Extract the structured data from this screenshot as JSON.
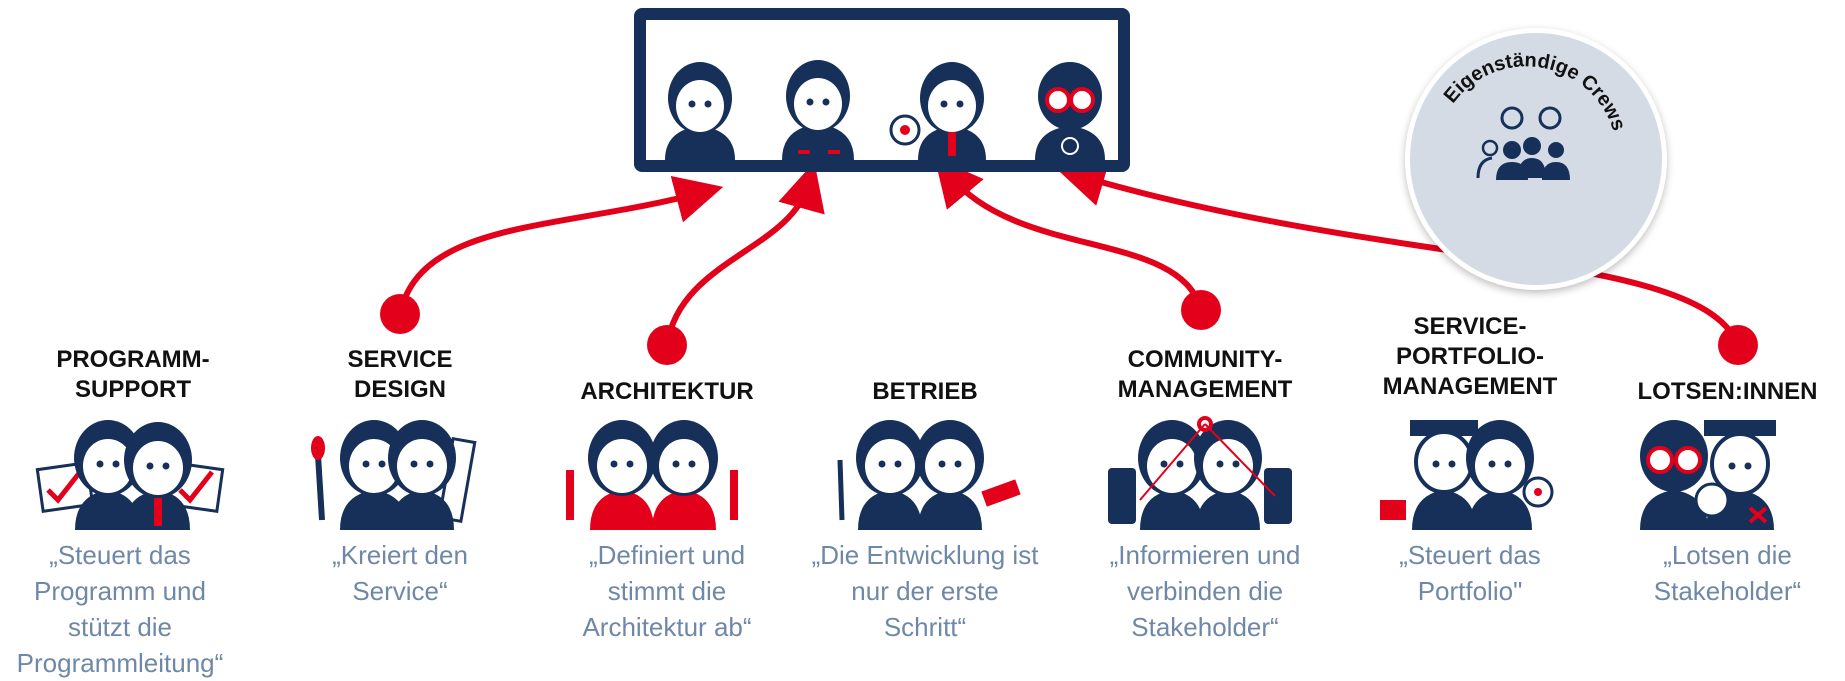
{
  "crews_label": "Eigenständige Crews",
  "roles": [
    {
      "title": "PROGRAMM-\nSUPPORT",
      "quote": "„Steuert das\nProgramm und\nstützt die\nProgrammleitung“"
    },
    {
      "title": "SERVICE\nDESIGN",
      "quote": "„Kreiert den\nService“"
    },
    {
      "title": "ARCHITEKTUR",
      "quote": "„Definiert und\nstimmt die\nArchitektur ab“"
    },
    {
      "title": "BETRIEB",
      "quote": "„Die Entwicklung ist\nnur der erste\nSchritt“"
    },
    {
      "title": "COMMUNITY-\nMANAGEMENT",
      "quote": "„Informieren und\nverbinden die\nStakeholder“"
    },
    {
      "title": "SERVICE-\nPORTFOLIO-\nMANAGEMENT",
      "quote": "„Steuert das\nPortfolio\""
    },
    {
      "title": "LOTSEN:INNEN",
      "quote": "„Lotsen die\nStakeholder“"
    }
  ],
  "colors": {
    "navy": "#16305a",
    "red": "#e3001b",
    "quote": "#6f88a8",
    "circle": "#d5dbe4"
  }
}
